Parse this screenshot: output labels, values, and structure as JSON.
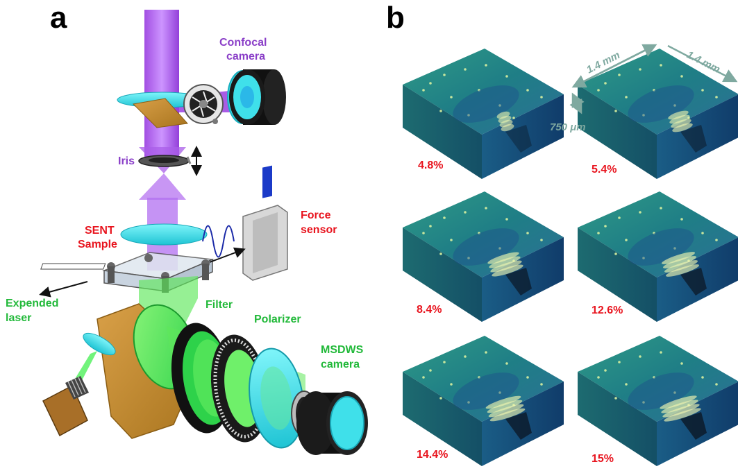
{
  "panels": {
    "a": "a",
    "b": "b"
  },
  "labels": {
    "confocal_line1": "Confocal",
    "confocal_line2": "camera",
    "iris": "Iris",
    "sent_line1": "SENT",
    "sent_line2": "Sample",
    "force_line1": "Force",
    "force_line2": "sensor",
    "expended_line1": "Expended",
    "expended_line2": "laser",
    "filter": "Filter",
    "polarizer": "Polarizer",
    "msdws_line1": "MSDWS",
    "msdws_line2": "camera"
  },
  "dimensions": {
    "width": "1.4 mm",
    "depth": "1.4 mm",
    "thickness": "750 μm"
  },
  "strains": [
    "4.8%",
    "5.4%",
    "8.4%",
    "12.6%",
    "14.4%",
    "15%"
  ],
  "colors": {
    "confocal": "#8a3ec8",
    "red_label": "#e8141e",
    "green_label": "#22b93a",
    "dimension": "#7fa9a0",
    "cyan_optic": "#3fe0ea",
    "gold_mirror": "#c9912a",
    "green_beam": "#5ee85a"
  }
}
